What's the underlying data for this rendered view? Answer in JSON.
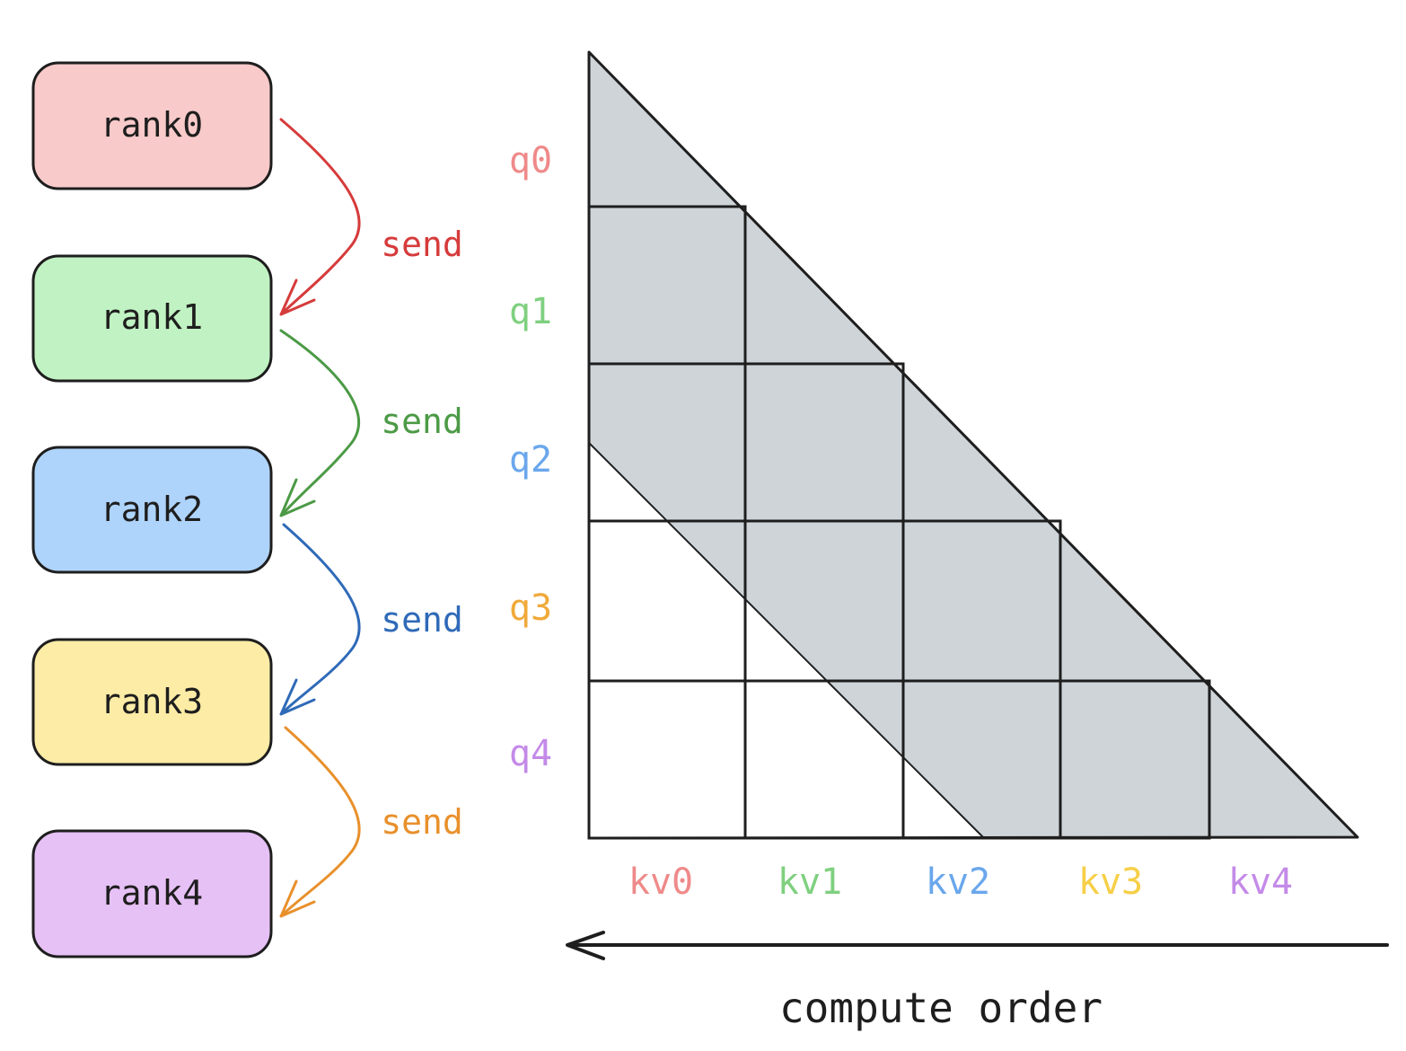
{
  "ranks": [
    {
      "label": "rank0",
      "fill": "#f8caca"
    },
    {
      "label": "rank1",
      "fill": "#c1f2c3"
    },
    {
      "label": "rank2",
      "fill": "#afd4fb"
    },
    {
      "label": "rank3",
      "fill": "#fdeca6"
    },
    {
      "label": "rank4",
      "fill": "#e6c1f5"
    }
  ],
  "sends": [
    {
      "label": "send",
      "color": "#d63b3b"
    },
    {
      "label": "send",
      "color": "#4c9a46"
    },
    {
      "label": "send",
      "color": "#2f6ab8"
    },
    {
      "label": "send",
      "color": "#e8902b"
    }
  ],
  "q_labels": [
    {
      "label": "q0",
      "color": "#ef8a8a"
    },
    {
      "label": "q1",
      "color": "#7fd07f"
    },
    {
      "label": "q2",
      "color": "#6aa7ec"
    },
    {
      "label": "q3",
      "color": "#f0a93a"
    },
    {
      "label": "q4",
      "color": "#c48ae8"
    }
  ],
  "kv_labels": [
    {
      "label": "kv0",
      "color": "#ef8a8a"
    },
    {
      "label": "kv1",
      "color": "#7fd07f"
    },
    {
      "label": "kv2",
      "color": "#6aa7ec"
    },
    {
      "label": "kv3",
      "color": "#f7cf47"
    },
    {
      "label": "kv4",
      "color": "#c48ae8"
    }
  ],
  "compute_order": {
    "label": "compute order"
  },
  "colors": {
    "shaded": "#cfd4d8",
    "stroke": "#1e1e1e"
  }
}
